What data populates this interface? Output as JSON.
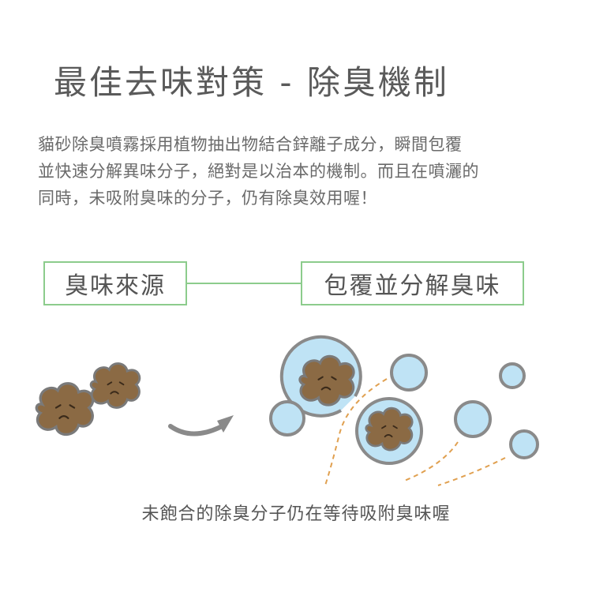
{
  "title": "最佳去味對策 - 除臭機制",
  "description_lines": [
    "貓砂除臭噴霧採用植物抽出物結合鋅離子成分，瞬間包覆",
    "並快速分解異味分子，絕對是以治本的機制。而且在噴灑的",
    "同時，未吸附臭味的分子，仍有除臭效用喔！"
  ],
  "flow": {
    "source_label": "臭味來源",
    "result_label": "包覆並分解臭味"
  },
  "caption": "未飽合的除臭分子仍在等待吸附臭味喔",
  "colors": {
    "accent_green": "#8ccc8c",
    "bubble_fill": "#bfe3f5",
    "bubble_stroke": "#8a8a8a",
    "odor_brown": "#8b6a44",
    "dashed_line": "#e0a050",
    "arrow_gray": "#8a8a8a"
  }
}
